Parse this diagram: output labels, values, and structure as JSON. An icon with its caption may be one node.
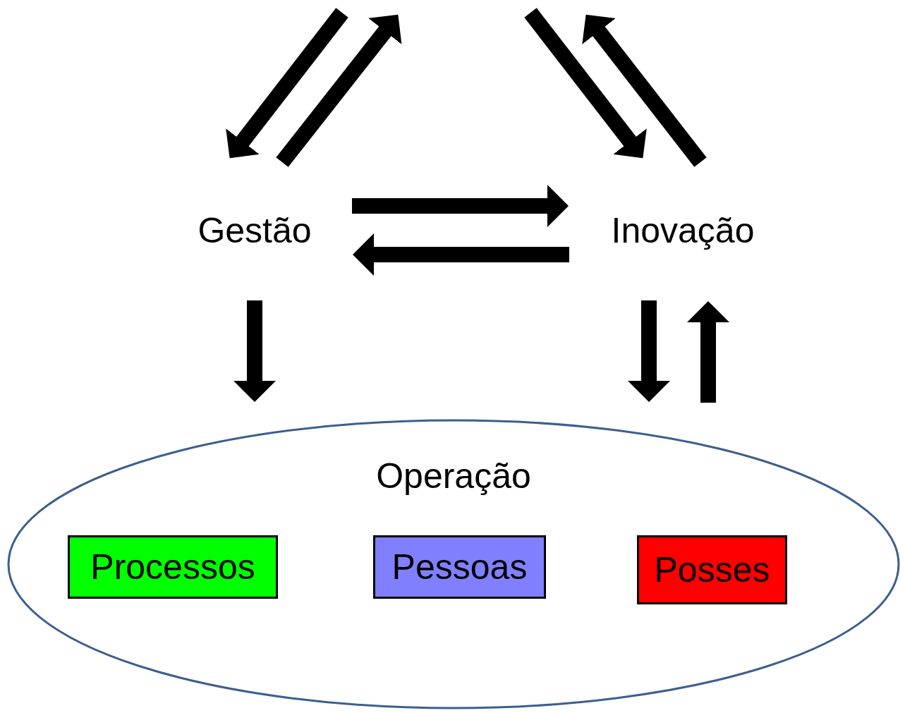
{
  "diagram": {
    "nodes": [
      {
        "text": [
          "Gestão"
        ]
      },
      {
        "text": [
          "Inovação"
        ]
      },
      {
        "text": [
          "Operação"
        ]
      },
      {
        "text": [
          "Processos"
        ],
        "in": 2
      },
      {
        "text": [
          "Pessoas"
        ],
        "in": 2
      },
      {
        "text": [
          "Posses"
        ],
        "in": 2
      }
    ],
    "edges": [
      {
        "from": null,
        "to": 0,
        "arrow": "to"
      },
      {
        "from": 0,
        "to": null,
        "arrow": "to"
      },
      {
        "from": null,
        "to": 1,
        "arrow": "to"
      },
      {
        "from": 1,
        "to": null,
        "arrow": "to"
      },
      {
        "from": 0,
        "to": 1,
        "arrow": "to"
      },
      {
        "from": 1,
        "to": 0,
        "arrow": "to"
      },
      {
        "from": 0,
        "to": 2,
        "arrow": "to"
      },
      {
        "from": 1,
        "to": 2,
        "arrow": "to"
      },
      {
        "from": 2,
        "to": 1,
        "arrow": "to"
      }
    ]
  }
}
